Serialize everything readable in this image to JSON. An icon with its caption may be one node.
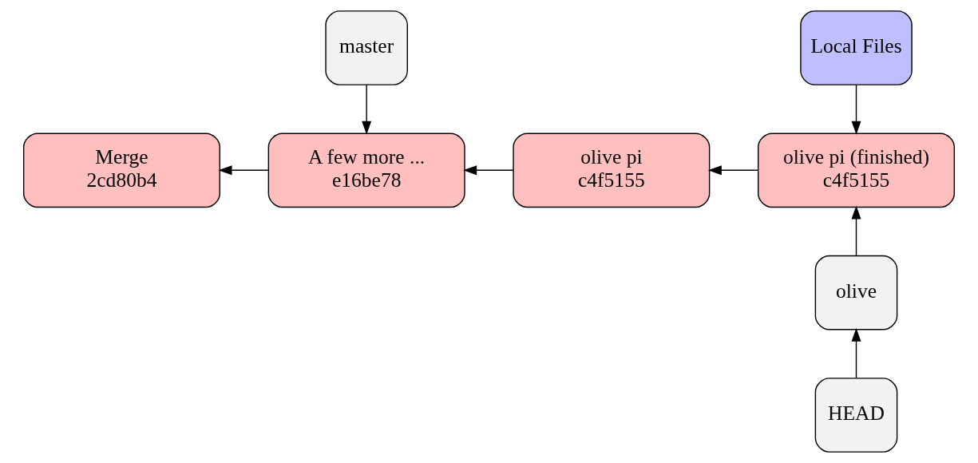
{
  "diagram": {
    "nodes": [
      {
        "text": [
          "master"
        ]
      },
      {
        "text": [
          "Local Files"
        ]
      },
      {
        "text": [
          "Merge",
          "2cd80b4"
        ]
      },
      {
        "text": [
          "A few more ...",
          "e16be78"
        ]
      },
      {
        "text": [
          "olive pi",
          "c4f5155"
        ]
      },
      {
        "text": [
          "olive pi (finished)",
          "c4f5155"
        ]
      },
      {
        "text": [
          "olive"
        ]
      },
      {
        "text": [
          "HEAD"
        ]
      }
    ],
    "edges": [
      {
        "from": 0,
        "to": 3,
        "arrow": "to"
      },
      {
        "from": 1,
        "to": 5,
        "arrow": "to"
      },
      {
        "from": 3,
        "to": 2,
        "arrow": "to"
      },
      {
        "from": 4,
        "to": 3,
        "arrow": "to"
      },
      {
        "from": 5,
        "to": 4,
        "arrow": "to"
      },
      {
        "from": 6,
        "to": 5,
        "arrow": "to"
      },
      {
        "from": 7,
        "to": 6,
        "arrow": "to"
      }
    ]
  }
}
